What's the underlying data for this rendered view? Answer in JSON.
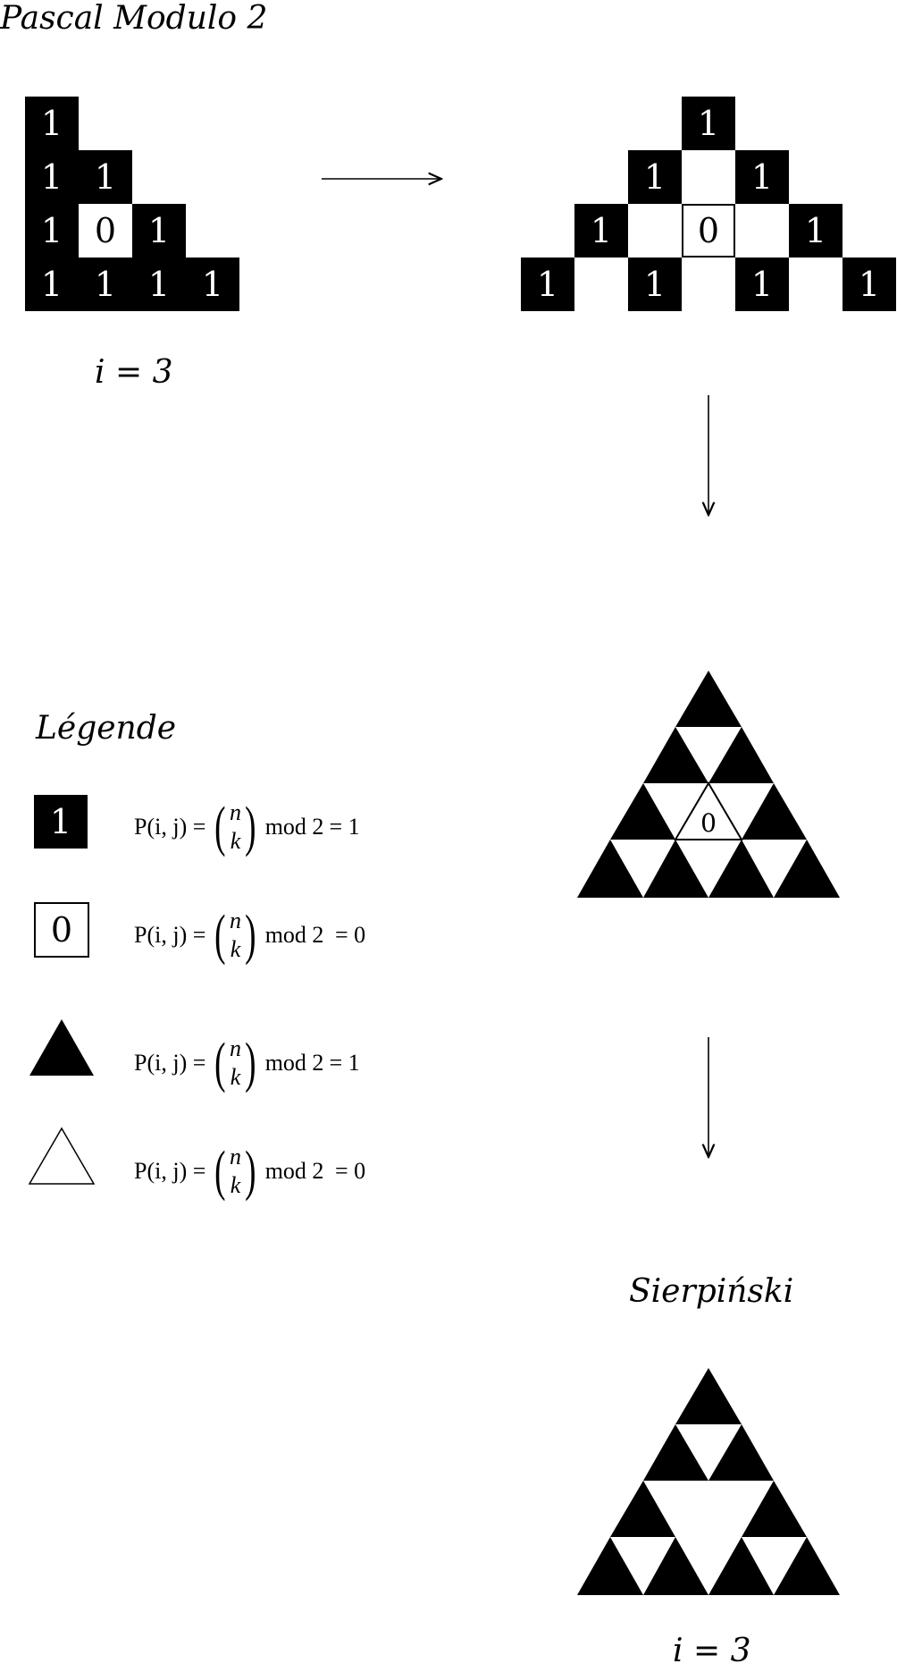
{
  "title": "Pascal Modulo 2",
  "pascal_caption": "i = 3",
  "pascal_rows": [
    [
      "1"
    ],
    [
      "1",
      "1"
    ],
    [
      "1",
      "0",
      "1"
    ],
    [
      "1",
      "1",
      "1",
      "1"
    ]
  ],
  "legend": {
    "title": "Légende",
    "symbol_one": "1",
    "symbol_zero": "0",
    "entries": [
      {
        "lhs": "P(i, j) =",
        "n": "n",
        "k": "k",
        "mod": "mod 2",
        "rhs": "= 1"
      },
      {
        "lhs": "P(i, j) =",
        "n": "n",
        "k": "k",
        "mod": "mod 2",
        "rhs": " = 0"
      },
      {
        "lhs": "P(i, j) =",
        "n": "n",
        "k": "k",
        "mod": "mod 2",
        "rhs": "= 1"
      },
      {
        "lhs": "P(i, j) =",
        "n": "n",
        "k": "k",
        "mod": "mod 2",
        "rhs": " = 0"
      }
    ]
  },
  "triangle_zero_label": "0",
  "sierpinski_title": "Sierpiński",
  "sierpinski_caption": "i = 3"
}
